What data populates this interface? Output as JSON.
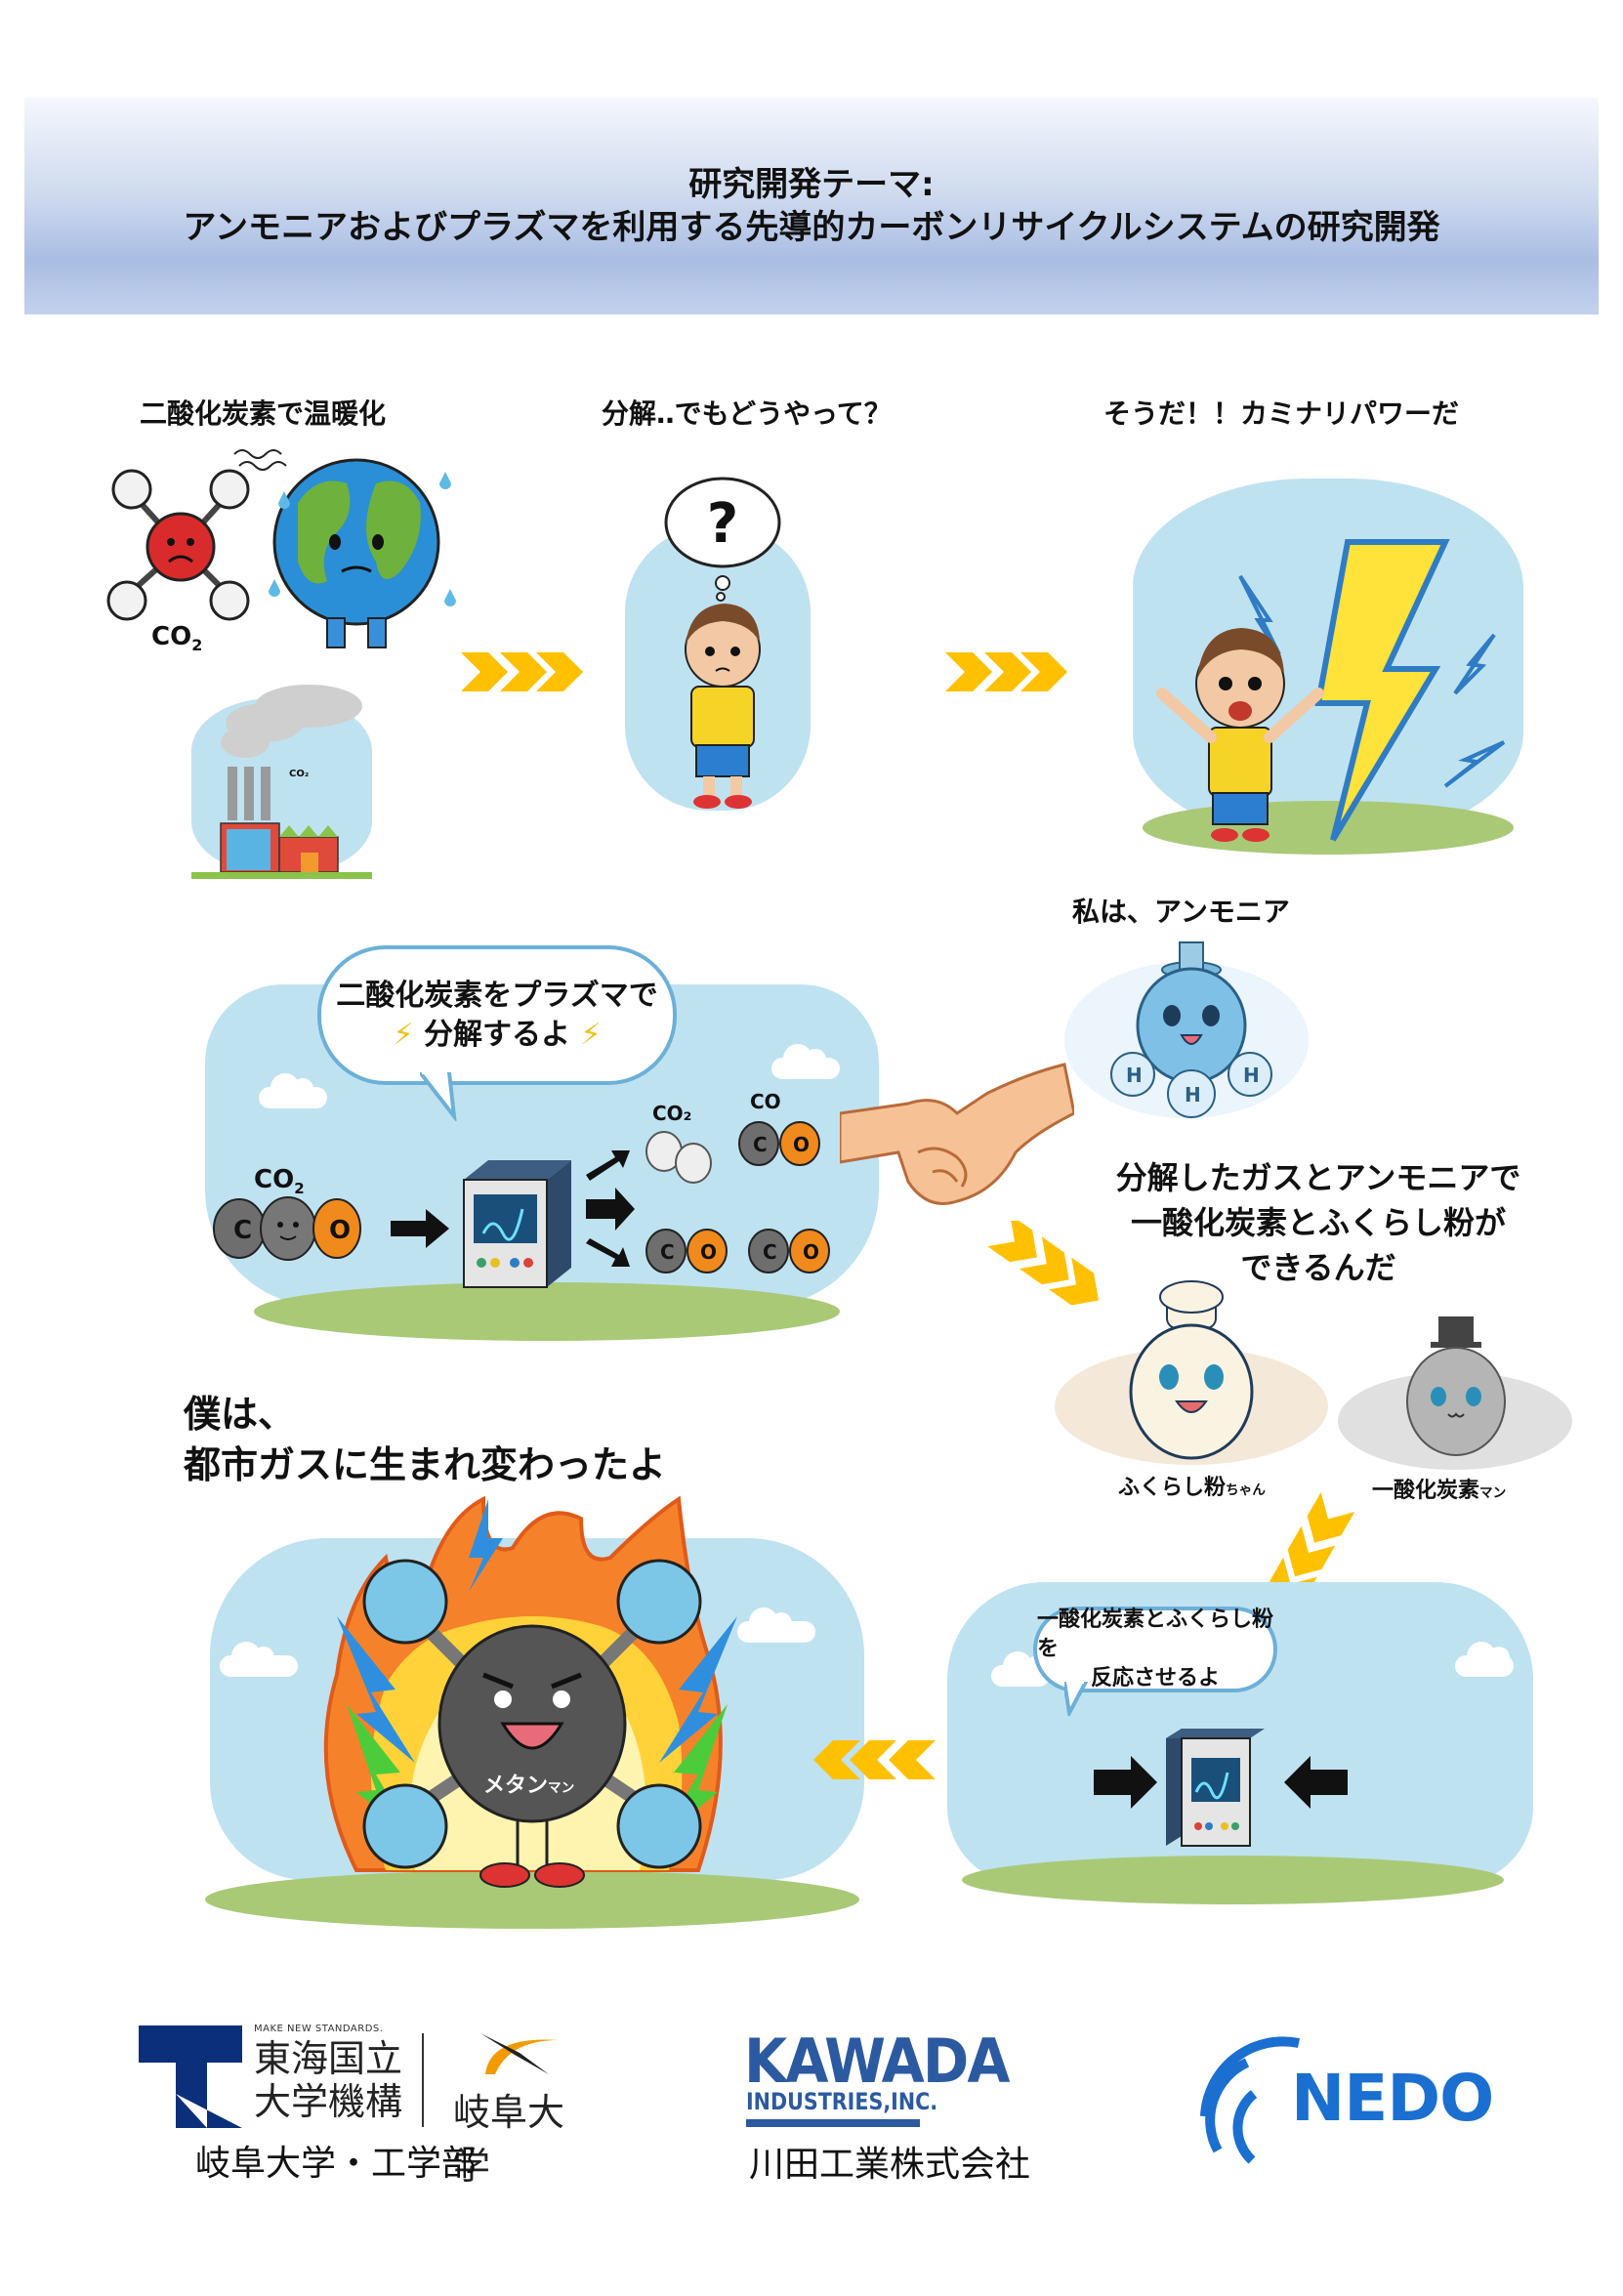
{
  "header": {
    "line1": "研究開発テーマ:",
    "line2": "アンモニアおよびプラズマを利用する先導的カーボンリサイクルシステムの研究開発",
    "gradient_top": "#f4f7fd",
    "gradient_bottom": "#a9bde3"
  },
  "row1": {
    "panel1": {
      "caption": "二酸化炭素で温暖化",
      "molecule_label": "CO",
      "molecule_sub": "2",
      "factory_label": "CO₂"
    },
    "panel2": {
      "caption": "分解‥でもどうやって？",
      "thought_symbol": "?"
    },
    "panel3": {
      "caption": "そうだ！！カミナリパワーだ"
    }
  },
  "row2": {
    "plasma_panel": {
      "bubble_line1": "二酸化炭素をプラズマで",
      "bubble_line2": "分解するよ",
      "input_label": "CO",
      "input_sub": "2",
      "output1_label": "CO₂",
      "output2_label": "CO",
      "atom_c": "C",
      "atom_o": "O"
    },
    "ammonia": {
      "caption": "私は、アンモニア",
      "atom_h": "H"
    },
    "reaction_caption": {
      "line1": "分解したガスとアンモニアで",
      "line2": "一酸化炭素とふくらし粉が",
      "line3": "できるんだ"
    },
    "characters": [
      {
        "name": "ふくらし粉",
        "suffix": "ちゃん"
      },
      {
        "name": "一酸化炭素",
        "suffix": "マン"
      }
    ]
  },
  "row3": {
    "methane": {
      "caption_line1": "僕は、",
      "caption_line2": "都市ガスに生まれ変わったよ",
      "label": "メタン",
      "label_suffix": "マン"
    },
    "reactor_panel": {
      "bubble_line1": "一酸化炭素とふくらし粉を",
      "bubble_line2": "反応させるよ"
    }
  },
  "colors": {
    "chevron": "#ffc000",
    "sky": "#bfe2f1",
    "ground": "#a9c977",
    "bubble_border": "#6cb0d8",
    "tokai_blue": "#0b2f7a",
    "gifu_orange": "#f29a00",
    "kawada_blue": "#2c5aa0",
    "nedo_blue": "#1a6fd0"
  },
  "logos": {
    "tokai": {
      "tagline": "MAKE NEW STANDARDS.",
      "name_line1": "東海国立",
      "name_line2": "大学機構",
      "gifu_name": "岐阜大学",
      "caption": "岐阜大学・工学部"
    },
    "kawada": {
      "name": "KAWADA",
      "sub": "INDUSTRIES,INC.",
      "caption": "川田工業株式会社"
    },
    "nedo": {
      "name": "NEDO"
    }
  }
}
